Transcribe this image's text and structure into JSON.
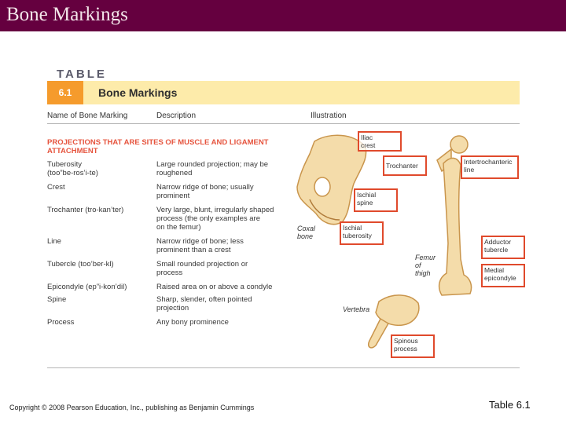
{
  "slide": {
    "title": "Bone Markings"
  },
  "table": {
    "word": "TABLE",
    "number": "6.1",
    "name": "Bone Markings",
    "headers": [
      "Name of Bone Marking",
      "Description",
      "Illustration"
    ],
    "section": [
      "PROJECTIONS THAT ARE SITES OF MUSCLE AND LIGAMENT",
      "ATTACHMENT"
    ],
    "rows": [
      {
        "name": [
          "Tuberosity",
          "(too”be-ros’i-te)"
        ],
        "desc": [
          "Large rounded projection; may be",
          "roughened"
        ]
      },
      {
        "name": [
          "Crest"
        ],
        "desc": [
          "Narrow ridge of bone; usually",
          "prominent"
        ]
      },
      {
        "name": [
          "Trochanter (tro-kan’ter)"
        ],
        "desc": [
          "Very large, blunt, irregularly shaped",
          "process (the only examples are",
          "on the femur)"
        ]
      },
      {
        "name": [
          "Line"
        ],
        "desc": [
          "Narrow ridge of bone; less",
          "prominent than a crest"
        ]
      },
      {
        "name": [
          "Tubercle (too’ber-kl)"
        ],
        "desc": [
          "Small rounded projection or",
          "process"
        ]
      },
      {
        "name": [
          "Epicondyle (ep”i-kon’dil)"
        ],
        "desc": [
          "Raised area on or above a condyle"
        ]
      },
      {
        "name": [
          "Spine"
        ],
        "desc": [
          "Sharp, slender, often pointed",
          "projection"
        ]
      },
      {
        "name": [
          "Process"
        ],
        "desc": [
          "Any bony prominence"
        ]
      }
    ]
  },
  "illustration": {
    "boxed_labels": [
      [
        "Iliac",
        "crest"
      ],
      [
        "Trochanter"
      ],
      [
        "Intertrochanteric",
        "line"
      ],
      [
        "Ischial",
        "spine"
      ],
      [
        "Ischial",
        "tuberosity"
      ],
      [
        "Adductor",
        "tubercle"
      ],
      [
        "Medial",
        "epicondyle"
      ],
      [
        "Spinous",
        "process"
      ]
    ],
    "captions": [
      [
        "Coxal",
        "bone"
      ],
      [
        "Femur",
        "of",
        "thigh"
      ],
      [
        "Vertebra"
      ]
    ],
    "colors": {
      "bone": "#f4dcaa",
      "bone_shade": "#d9aa63",
      "label_border": "#e04a2c"
    }
  },
  "footer": {
    "copyright": "Copyright © 2008 Pearson Education, Inc., publishing as Benjamin Cummings",
    "reference": "Table 6.1"
  }
}
